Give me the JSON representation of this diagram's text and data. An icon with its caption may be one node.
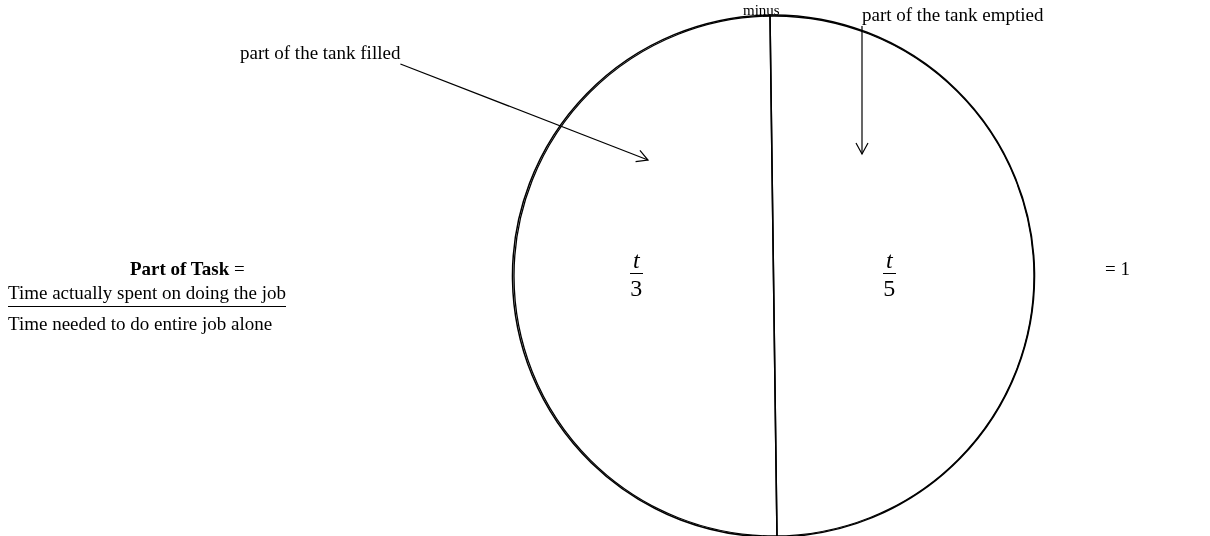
{
  "diagram": {
    "nodes": [
      {
        "text": [
          "part of the tank filled"
        ]
      },
      {
        "text": [
          "part of the tank emptied"
        ]
      },
      {
        "text": [],
        "shape": "circle"
      },
      {
        "text": [
          "t",
          "3"
        ],
        "in": 2
      },
      {
        "text": [
          "t",
          "5"
        ],
        "in": 2
      }
    ],
    "edges": [
      {
        "from": 0,
        "to": 3,
        "arrow": "to"
      },
      {
        "from": 1,
        "to": 4,
        "arrow": "to"
      }
    ],
    "labels": [
      "minus",
      "**Part of Task** =",
      "Time actually spent on doing the job",
      "Time needed to do entire job alone",
      "= 1"
    ]
  }
}
